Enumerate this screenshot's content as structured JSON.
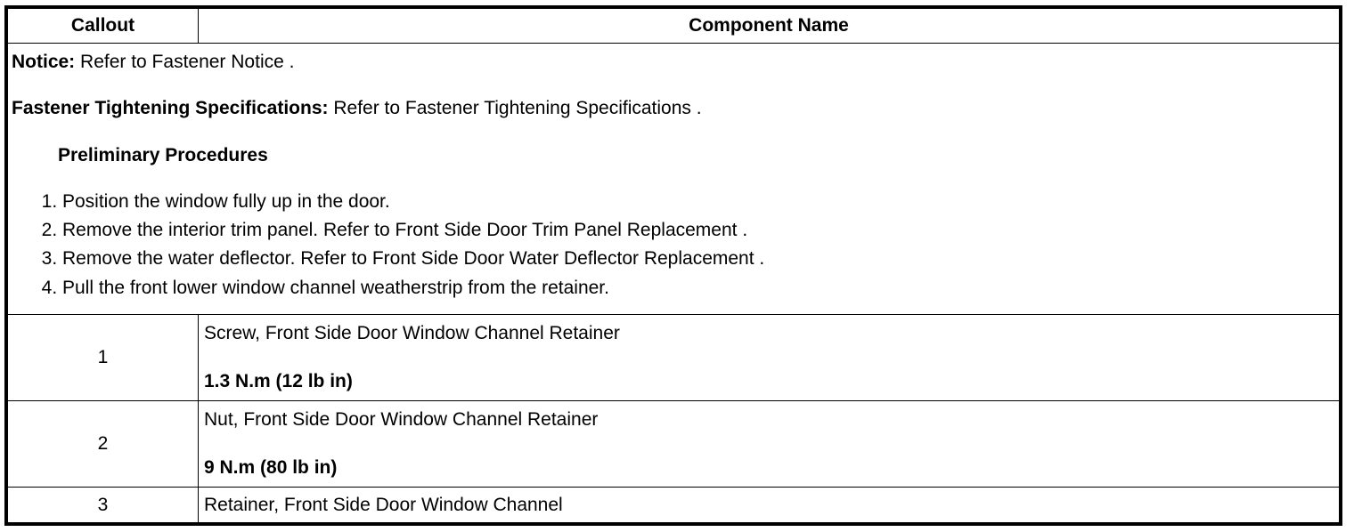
{
  "table": {
    "headers": {
      "callout": "Callout",
      "component": "Component Name"
    },
    "notice_label": "Notice:",
    "notice_text": " Refer to Fastener Notice .",
    "spec_label": "Fastener Tightening Specifications:",
    "spec_text": " Refer to Fastener Tightening Specifications .",
    "prelim_title": "Preliminary Procedures",
    "steps": [
      "Position the window fully up in the door.",
      "Remove the interior trim panel. Refer to Front Side Door Trim Panel Replacement .",
      "Remove the water deflector. Refer to Front Side Door Water Deflector Replacement .",
      "Pull the front lower window channel weatherstrip from the retainer."
    ],
    "rows": [
      {
        "callout": "1",
        "name": "Screw, Front Side Door Window Channel Retainer",
        "torque": "1.3 N.m (12 lb in)"
      },
      {
        "callout": "2",
        "name": "Nut, Front Side Door Window Channel Retainer",
        "torque": "9 N.m (80 lb in)"
      },
      {
        "callout": "3",
        "name": "Retainer, Front Side Door Window Channel"
      }
    ]
  }
}
